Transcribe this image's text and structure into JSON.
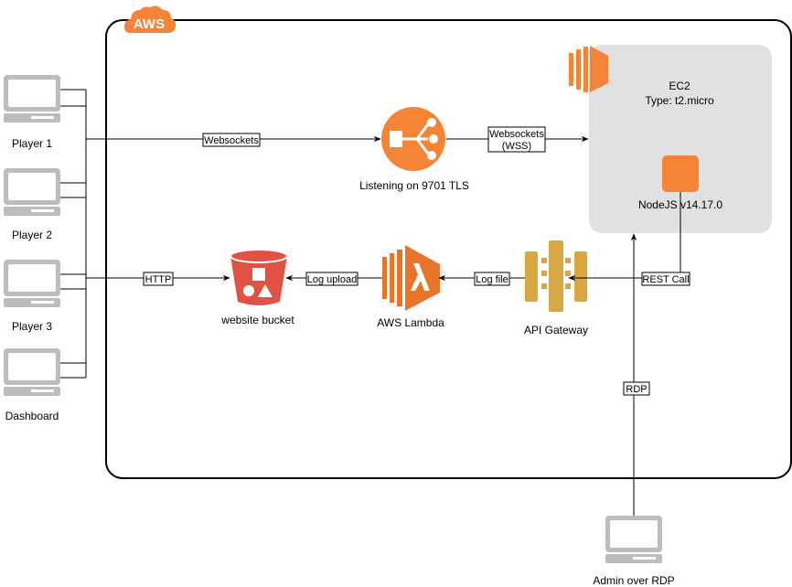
{
  "aws_badge": "AWS",
  "clients": [
    {
      "label": "Player 1"
    },
    {
      "label": "Player 2"
    },
    {
      "label": "Player 3"
    },
    {
      "label": "Dashboard"
    }
  ],
  "services": {
    "load_balancer": {
      "label": "Listening on 9701 TLS"
    },
    "ec2": {
      "title": "EC2",
      "type": "Type: t2.micro",
      "node_label": "NodeJS v14.17.0"
    },
    "s3": {
      "label": "website bucket"
    },
    "lambda": {
      "label": "AWS Lambda"
    },
    "api_gateway": {
      "label": "API Gateway"
    },
    "admin": {
      "label": "Admin over RDP"
    }
  },
  "edges": {
    "websockets": "Websockets",
    "wss_line1": "Websockets",
    "wss_line2": "(WSS)",
    "http": "HTTP",
    "log_upload": "Log upload",
    "log_file": "Log file",
    "rest_call": "REST Call",
    "rdp": "RDP"
  },
  "colors": {
    "aws_orange": "#F58536",
    "lambda_orange": "#E8742A",
    "s3_red": "#E05243",
    "api_gold": "#D9A741",
    "ec2_group": "#E1E1E1",
    "computer_gray": "#BDBDBD"
  }
}
